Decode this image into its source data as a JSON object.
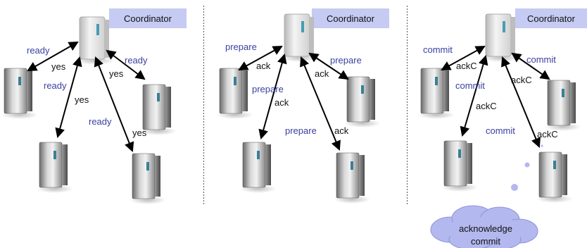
{
  "panels": [
    {
      "coordinator_label": "Coordinator",
      "outbound_label": "ready",
      "inbound_label": "yes"
    },
    {
      "coordinator_label": "Coordinator",
      "outbound_label": "prepare",
      "inbound_label": "ack"
    },
    {
      "coordinator_label": "Coordinator",
      "outbound_label": "commit",
      "inbound_label": "ackC"
    }
  ],
  "cloud": {
    "line1": "acknowledge",
    "line2": "commit"
  },
  "colors": {
    "coordinator_box": "#c5cbf2",
    "label_blue": "#3a3f9e",
    "cloud_fill": "#b3b8ee",
    "divider": "#555555"
  }
}
